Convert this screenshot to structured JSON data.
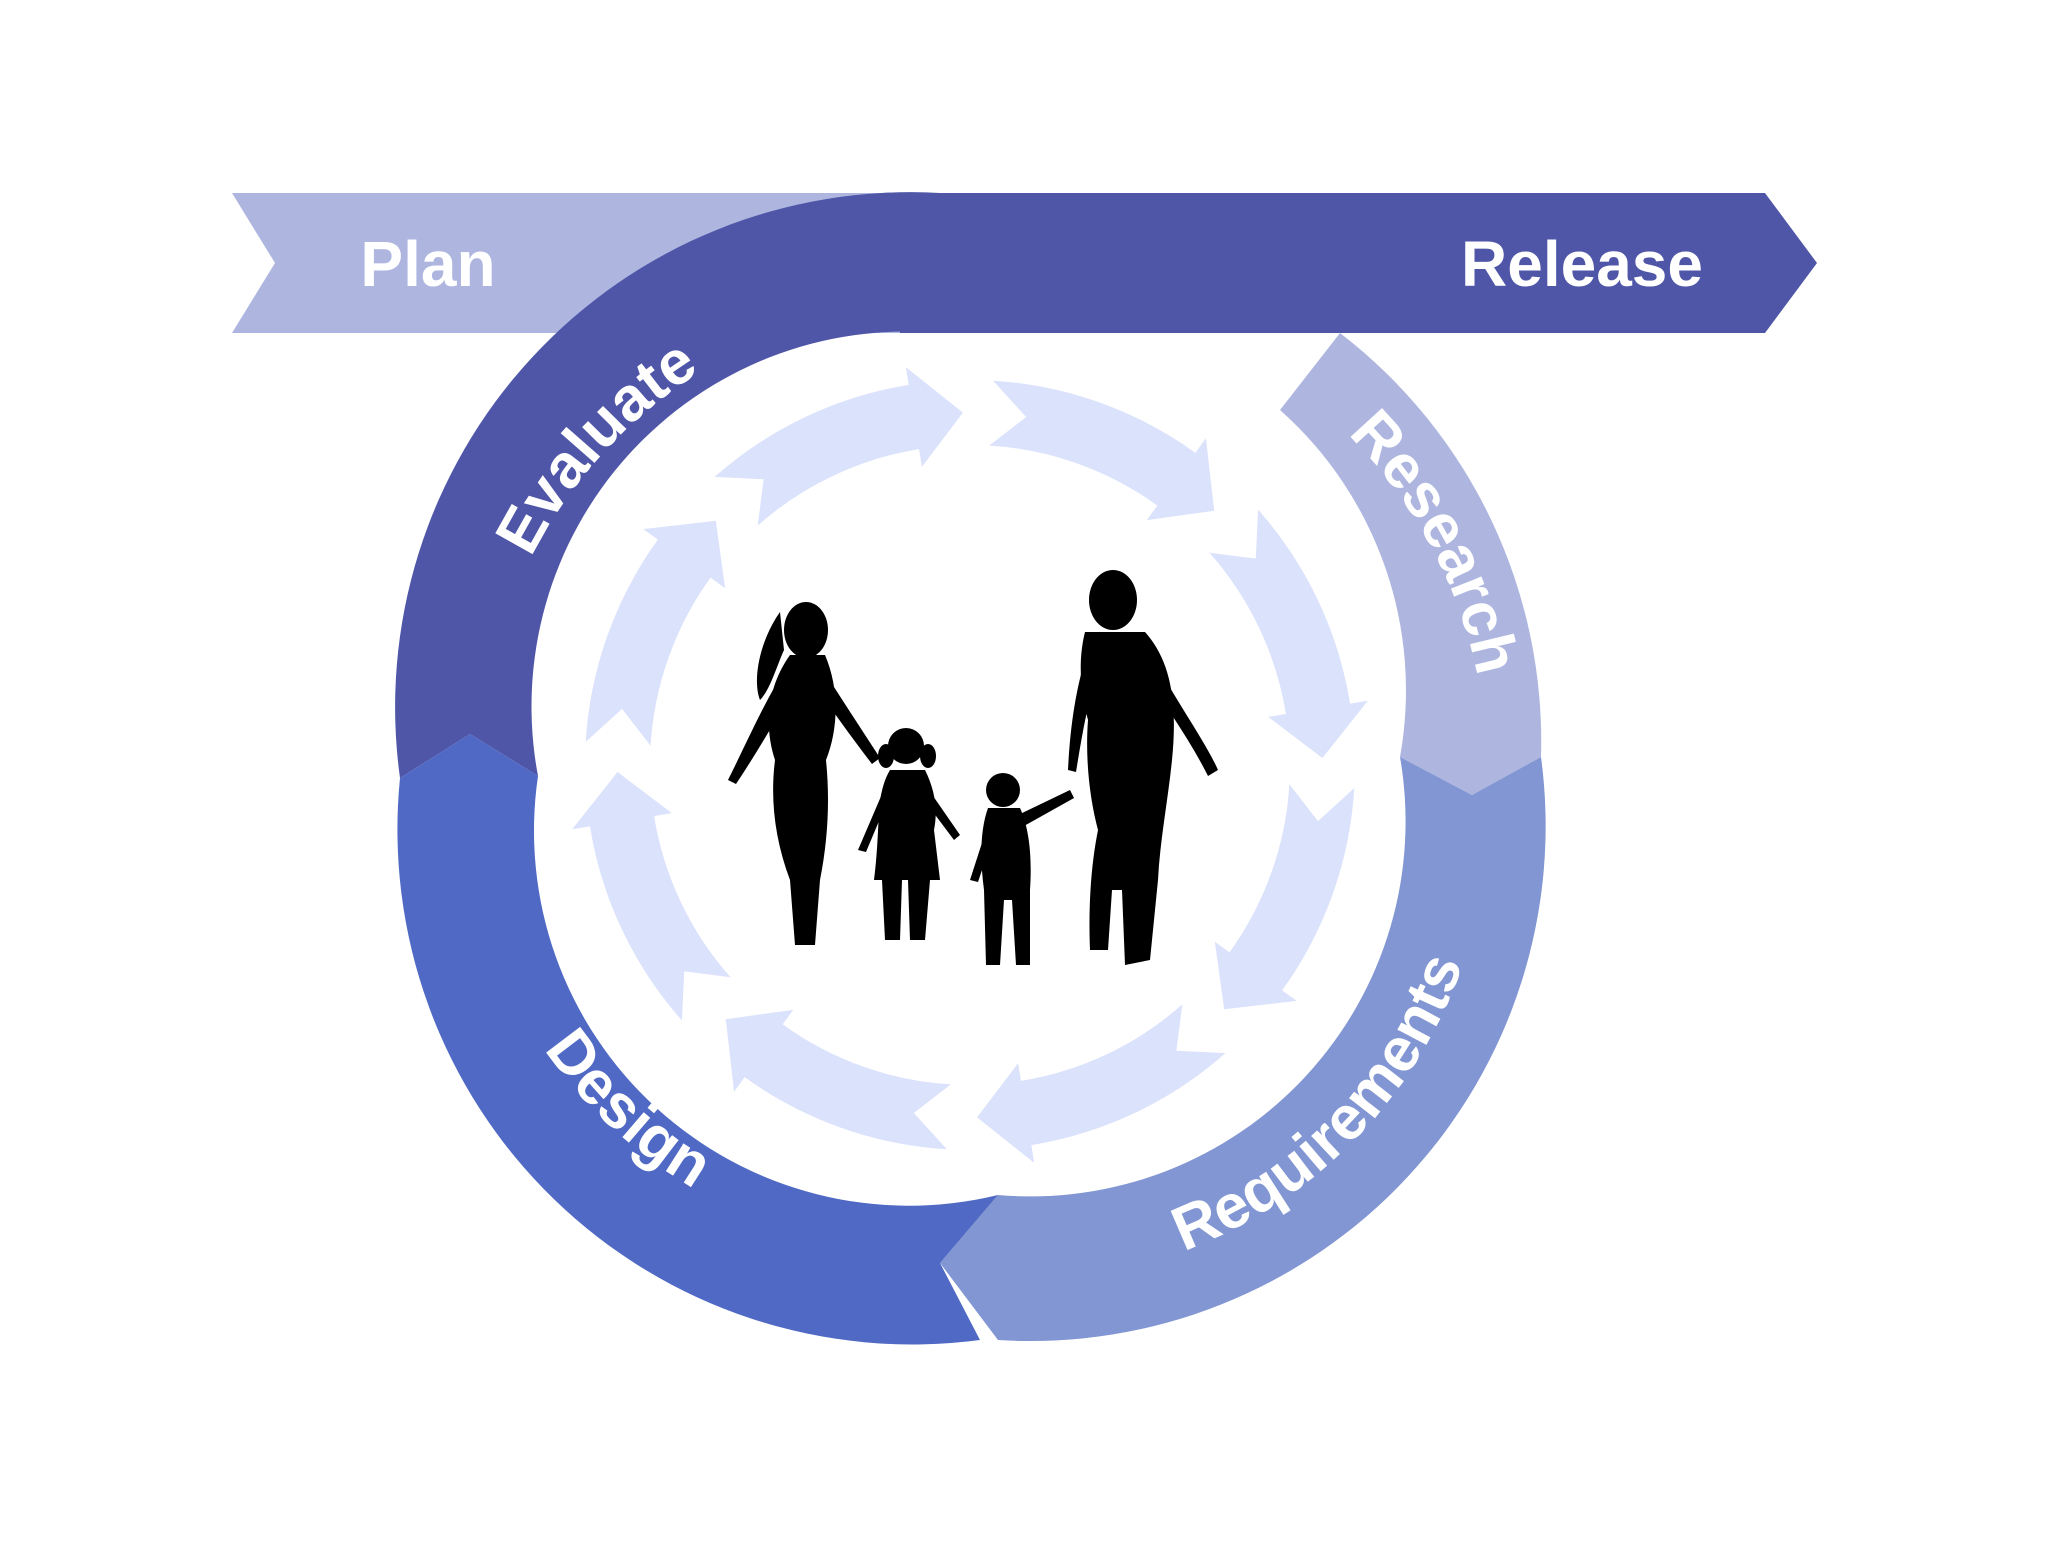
{
  "labels": {
    "plan": "Plan",
    "release": "Release",
    "evaluate": "Evaluate",
    "research": "Research",
    "requirements": "Requirements",
    "design": "Design"
  },
  "colors": {
    "plan": "#aeb6e0",
    "release": "#4f56a8",
    "evaluate": "#4f56a8",
    "research": "#aeb6e0",
    "requirements": "#8196d2",
    "design": "#4f69c4",
    "inner_arrows": "#dbe2fb",
    "background": "#ffffff",
    "family_silhouette": "#000000"
  },
  "icons": {
    "center": "family-silhouette-icon",
    "inner_ring": "cycle-arrows-icon"
  }
}
